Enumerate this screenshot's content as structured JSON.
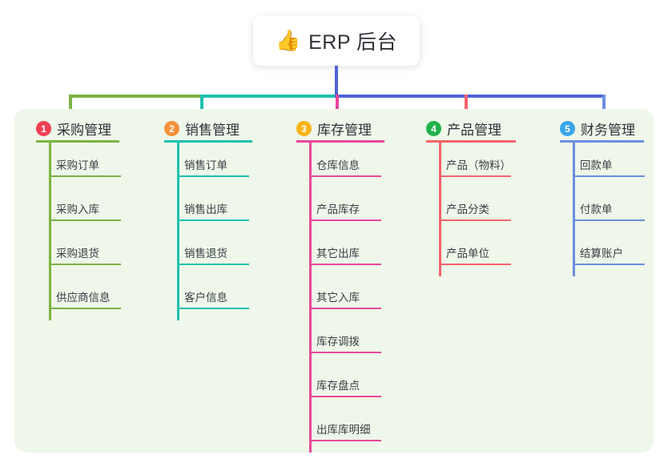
{
  "diagram": {
    "title": "ERP 后台",
    "title_icon": "thumbs-up-icon",
    "title_emoji": "👍",
    "panel_bg": "#eef7e9",
    "root_connector_color": "#4d63d8"
  },
  "columns": [
    {
      "index": "1",
      "badge_label": "1",
      "badge_color": "#ef4056",
      "line_color": "#7cb342",
      "title": "采购管理",
      "items": [
        {
          "label": "采购订单"
        },
        {
          "label": "采购入库"
        },
        {
          "label": "采购退货"
        },
        {
          "label": "供应商信息"
        }
      ]
    },
    {
      "index": "2",
      "badge_label": "2",
      "badge_color": "#f5903b",
      "line_color": "#1ec1b0",
      "title": "销售管理",
      "items": [
        {
          "label": "销售订单"
        },
        {
          "label": "销售出库"
        },
        {
          "label": "销售退货"
        },
        {
          "label": "客户信息"
        }
      ]
    },
    {
      "index": "3",
      "badge_label": "3",
      "badge_color": "#f9b418",
      "line_color": "#e8489a",
      "title": "库存管理",
      "items": [
        {
          "label": "仓库信息"
        },
        {
          "label": "产品库存"
        },
        {
          "label": "其它出库"
        },
        {
          "label": "其它入库"
        },
        {
          "label": "库存调拨"
        },
        {
          "label": "库存盘点"
        },
        {
          "label": "出库库明细"
        }
      ]
    },
    {
      "index": "4",
      "badge_label": "4",
      "badge_color": "#23b14d",
      "line_color": "#f4646a",
      "title": "产品管理",
      "items": [
        {
          "label": "产品（物料）"
        },
        {
          "label": "产品分类"
        },
        {
          "label": "产品单位"
        }
      ]
    },
    {
      "index": "5",
      "badge_label": "5",
      "badge_color": "#39a5e8",
      "line_color": "#6b8fe0",
      "title": "财务管理",
      "items": [
        {
          "label": "回款单"
        },
        {
          "label": "付款单"
        },
        {
          "label": "结算账户"
        }
      ]
    }
  ]
}
